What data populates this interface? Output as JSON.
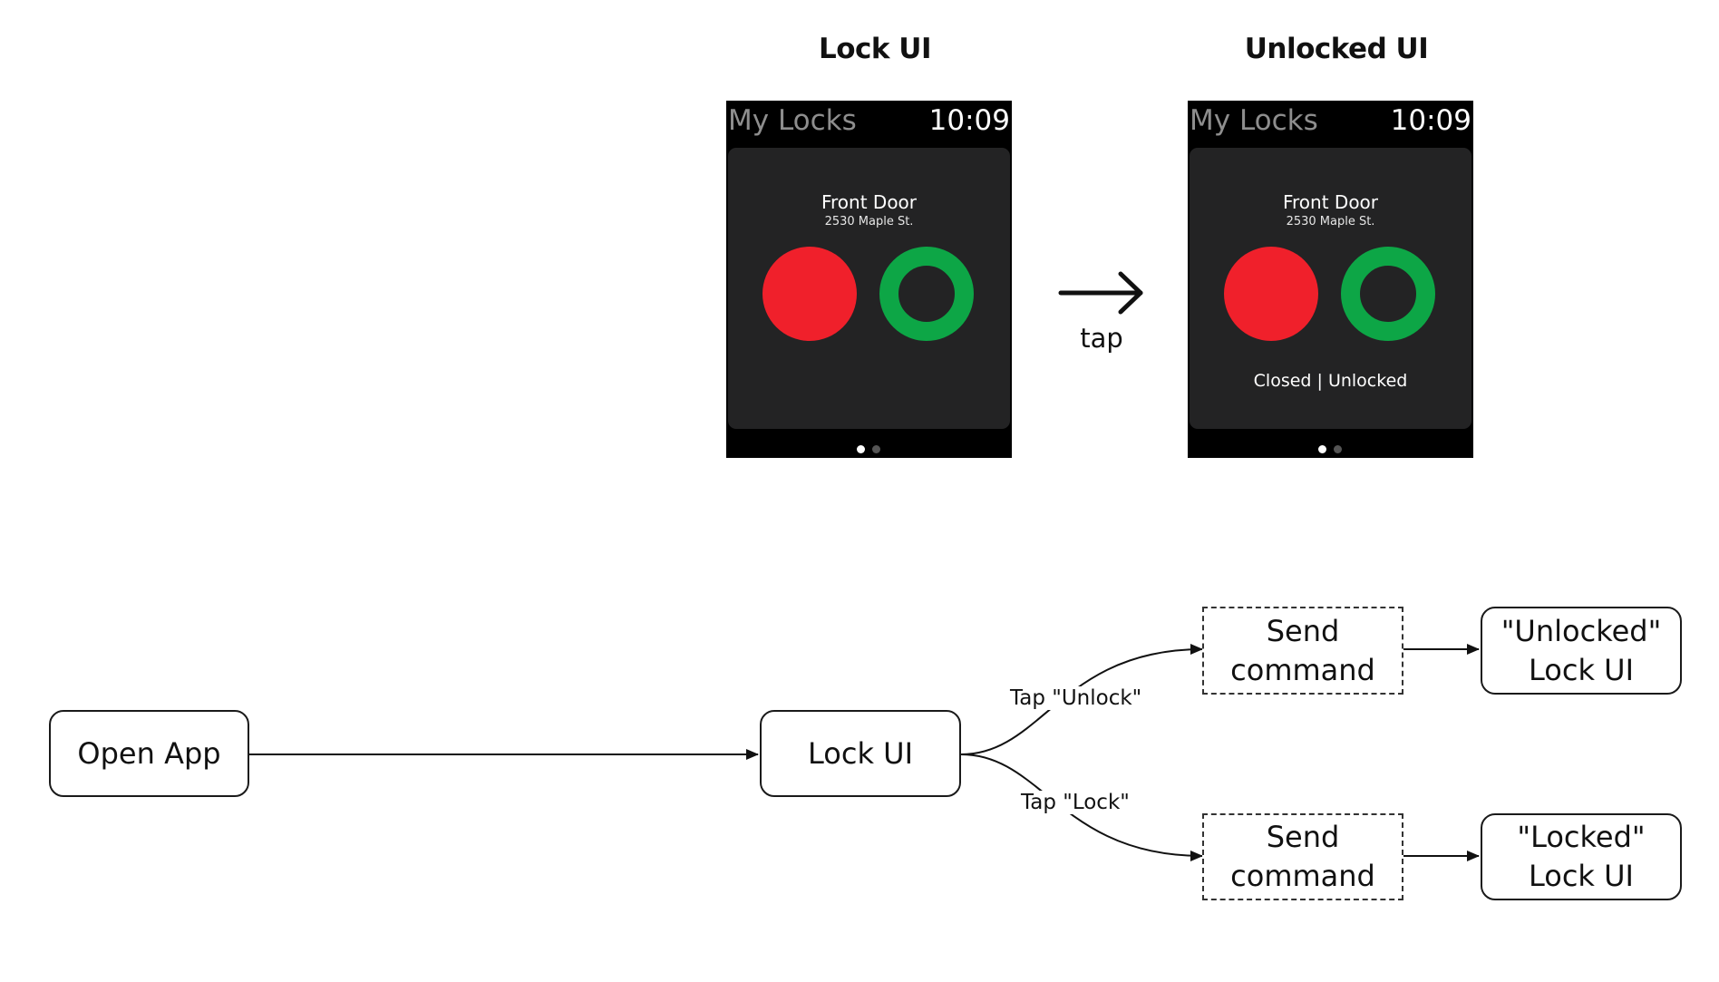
{
  "screens": [
    {
      "heading": "Lock UI",
      "title": "My Locks",
      "time": "10:09",
      "door": "Front Door",
      "address": "2530 Maple St.",
      "status": ""
    },
    {
      "heading": "Unlocked UI",
      "title": "My Locks",
      "time": "10:09",
      "door": "Front Door",
      "address": "2530 Maple St.",
      "status": "Closed | Unlocked"
    }
  ],
  "transition": {
    "label": "tap"
  },
  "flow": {
    "nodes": {
      "open_app": "Open App",
      "lock_ui": "Lock UI",
      "send_unlock": "Send\ncommand",
      "unlocked_ui": "\"Unlocked\"\nLock UI",
      "send_lock": "Send\ncommand",
      "locked_ui": "\"Locked\"\nLock UI"
    },
    "edges": {
      "tap_unlock": "Tap \"Unlock\"",
      "tap_lock": "Tap \"Lock\""
    }
  },
  "colors": {
    "lock_button": "#f0202b",
    "unlock_button": "#0da646",
    "watch_background": "#000000",
    "card_background": "#232324"
  }
}
